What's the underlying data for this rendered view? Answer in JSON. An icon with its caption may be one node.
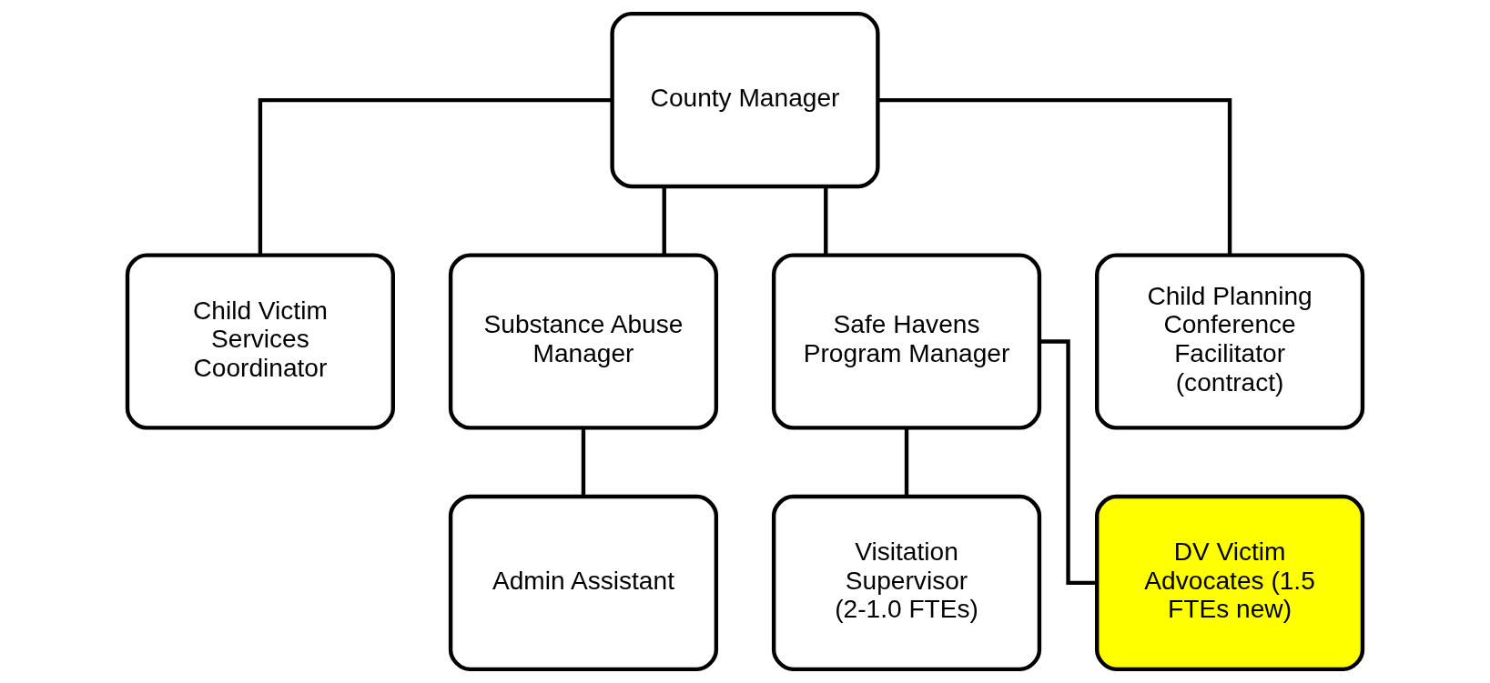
{
  "diagram": {
    "nodes": [
      {
        "text": [
          "County Manager"
        ]
      },
      {
        "text": [
          "Child Victim Services Coordinator"
        ]
      },
      {
        "text": [
          "Substance Abuse Manager"
        ]
      },
      {
        "text": [
          "Safe Havens Program Manager"
        ]
      },
      {
        "text": [
          "Child Planning Conference Facilitator (contract)"
        ]
      },
      {
        "text": [
          "Admin Assistant"
        ]
      },
      {
        "text": [
          "Visitation Supervisor (2-1.0 FTEs)"
        ]
      },
      {
        "text": [
          "DV Victim Advocates (1.5 FTEs new)"
        ]
      }
    ],
    "edges": [
      {
        "from": 0,
        "to": 1,
        "arrow": "none"
      },
      {
        "from": 0,
        "to": 2,
        "arrow": "none"
      },
      {
        "from": 0,
        "to": 3,
        "arrow": "none"
      },
      {
        "from": 0,
        "to": 4,
        "arrow": "none"
      },
      {
        "from": 2,
        "to": 5,
        "arrow": "none"
      },
      {
        "from": 3,
        "to": 6,
        "arrow": "none"
      },
      {
        "from": 3,
        "to": 7,
        "arrow": "none"
      }
    ]
  }
}
